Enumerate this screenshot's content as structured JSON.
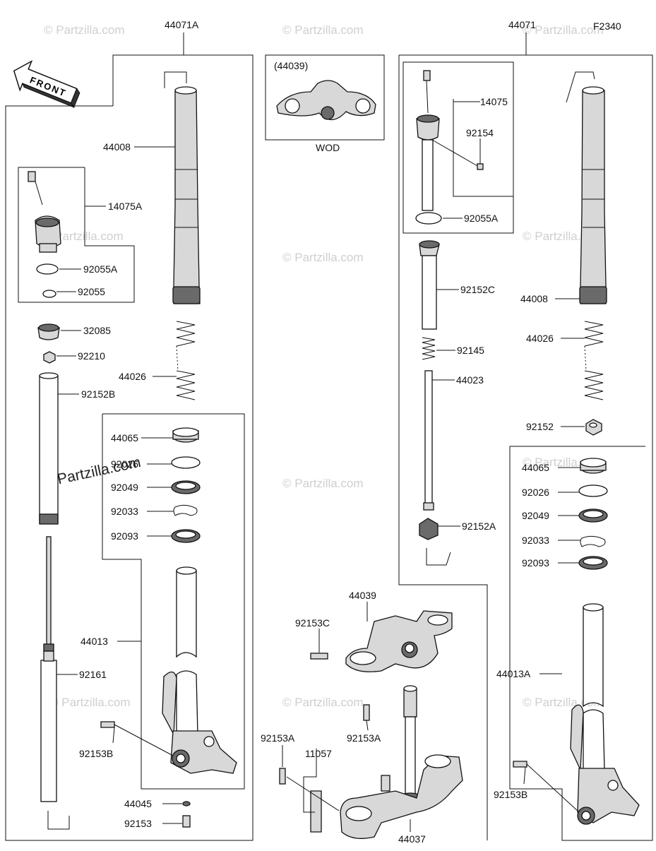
{
  "figure_code": "F2340",
  "front_label": "FRONT",
  "wod_label": "WOD",
  "inset_label": "(44039)",
  "watermark": "© Partzilla.com",
  "labels": {
    "a44071A": "44071A",
    "a44071": "44071",
    "a14075A": "14075A",
    "a92055A_l": "92055A",
    "a92055": "92055",
    "a32085": "32085",
    "a92210": "92210",
    "a92152B": "92152B",
    "a44008_l": "44008",
    "a44026_l": "44026",
    "a44065_l": "44065",
    "a92026_l": "92026",
    "a92049_l": "92049",
    "a92033_l": "92033",
    "a92093_l": "92093",
    "a44013": "44013",
    "a92161": "92161",
    "a92153B_l": "92153B",
    "a44045": "44045",
    "a92153": "92153",
    "a14075": "14075",
    "a92154": "92154",
    "a92055A_r": "92055A",
    "a92152C": "92152C",
    "a92145": "92145",
    "a44023": "44023",
    "a92152A": "92152A",
    "a44008_r": "44008",
    "a44026_r": "44026",
    "a92152": "92152",
    "a44065_r": "44065",
    "a92026_r": "92026",
    "a92049_r": "92049",
    "a92033_r": "92033",
    "a92093_r": "92093",
    "a44013A": "44013A",
    "a92153B_r": "92153B",
    "a44039": "44039",
    "a92153C": "92153C",
    "a92153A_a": "92153A",
    "a92153A_b": "92153A",
    "a11057": "11057",
    "a44037": "44037"
  }
}
